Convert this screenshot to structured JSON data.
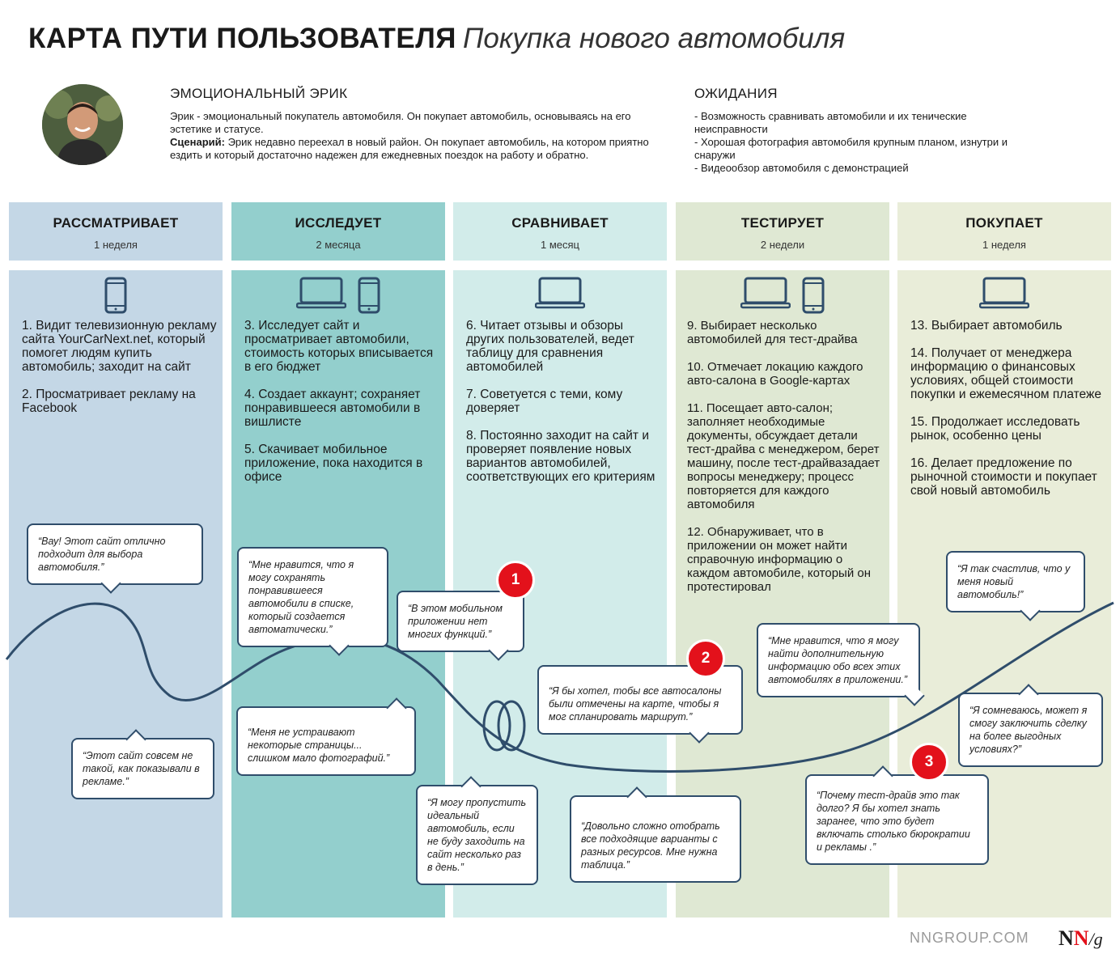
{
  "header": {
    "title": "КАРТА ПУТИ ПОЛЬЗОВАТЕЛЯ",
    "subtitle": "Покупка нового автомобиля"
  },
  "persona": {
    "name": "ЭМОЦИОНАЛЬНЫЙ ЭРИК",
    "description": "Эрик - эмоциональный покупатель автомобиля. Он покупает автомобиль, основываясь на его эстетике и статусе.",
    "scenario_label": "Сценарий:",
    "scenario": " Эрик недавно переехал в новый район. Он покупает автомобиль, на котором приятно ездить и который достаточно надежен для ежедневных поездок на работу и обратно."
  },
  "expectations": {
    "title": "ОЖИДАНИЯ",
    "items": [
      "- Возможность сравнивать автомобили и их тенические неисправности",
      "- Хорошая фотография автомобиля крупным планом, изнутри и снаружи",
      "- Видеообзор автомобиля с демонстрацией"
    ]
  },
  "phases": [
    {
      "name": "РАССМАТРИВАЕТ",
      "duration": "1 неделя",
      "color_head": "#c4d7e6",
      "color_body": "#c4d7e6",
      "devices": [
        "phone"
      ],
      "steps": [
        "1. Видит телевизионную рекламу сайта YourCarNext.net, который помогет людям купить автомобиль; заходит на сайт",
        "2. Просматривает рекламу на Facebook"
      ]
    },
    {
      "name": "ИССЛЕДУЕТ",
      "duration": "2 месяца",
      "color_head": "#93cfcd",
      "color_body": "#93cfcd",
      "devices": [
        "laptop",
        "phone"
      ],
      "steps": [
        "3. Исследует сайт и просматривает автомобили, стоимость которых вписывается в его бюджет",
        "4. Создает аккаунт; сохраняет понравившееся автомобили в вишлисте",
        "5. Скачивает мобильное приложение, пока находится в офисе"
      ]
    },
    {
      "name": "СРАВНИВАЕТ",
      "duration": "1 месяц",
      "color_head": "#d2ecea",
      "color_body": "#d2ecea",
      "devices": [
        "laptop"
      ],
      "steps": [
        "6. Читает отзывы и обзоры других пользователей, ведет таблицу для сравнения автомобилей",
        "7. Советуется с теми, кому доверяет",
        "8. Постоянно заходит на сайт и проверяет появление новых вариантов автомобилей, соответствующих его критериям"
      ]
    },
    {
      "name": "ТЕСТИРУЕТ",
      "duration": "2 недели",
      "color_head": "#dfe8d3",
      "color_body": "#dfe8d3",
      "devices": [
        "laptop",
        "phone"
      ],
      "steps": [
        "9. Выбирает несколько автомобилей для тест-драйва",
        "10. Отмечает локацию каждого авто-салона в Google-картах",
        "11. Посещает авто-салон; заполняет необходимые документы, обсуждает детали тест-драйва с менеджером, берет машину, после тест-драйвазадает вопросы менеджеру; процесс повторяется для каждого автомобиля",
        "12. Обнаруживает, что в приложении он может найти справочную информацию о каждом автомобиле, который он протестировал"
      ]
    },
    {
      "name": "ПОКУПАЕТ",
      "duration": "1 неделя",
      "color_head": "#e9edd9",
      "color_body": "#e9edd9",
      "devices": [
        "laptop"
      ],
      "steps": [
        "13. Выбирает автомобиль",
        "14. Получает от менеджера информацию о финансовых условиях, общей стоимости покупки и ежемесячном платеже",
        "15. Продолжает исследовать рынок, особенно цены",
        "16. Делает предложение по рыночной стоимости и покупает свой новый автомобиль"
      ]
    }
  ],
  "quotes": [
    "“Вау! Этот сайт отлично подходит для выбора автомобиля.”",
    "“Этот сайт совсем не такой, как показывали в рекламе.”",
    "“Мне нравится, что я могу сохранять понравившееся автомобили в списке, который создается автоматически.”",
    "“Меня не устраивают некоторые страницы... слишком мало фотографий.”",
    "“В этом мобильном приложении нет многих функций.”",
    "“Я могу пропустить идеальный автомобиль, если не буду заходить на сайт несколько раз в день.”",
    "“Я бы хотел, тобы все автосалоны были отмечены на карте, чтобы я мог спланировать маршрут.”",
    "“Довольно сложно отобрать все подходящие варианты с разных ресурсов. Мне нужна таблица.”",
    "“Мне нравится, что я могу найти дополнительную информацию обо всех этих автомобилях в приложении.”",
    "“Почему тест-драйв это так долго? Я бы хотел знать заранее, что это будет включать столько бюрократии и рекламы .”",
    "“Я так счастлив, что у меня новый автомобиль!”",
    "“Я сомневаюсь, может я смогу заключить сделку на более выгодных условиях?”"
  ],
  "badges": [
    "1",
    "2",
    "3"
  ],
  "footer": {
    "site": "NNGROUP.COM",
    "logo_n1": "N",
    "logo_n2": "N",
    "logo_g": "/g"
  }
}
